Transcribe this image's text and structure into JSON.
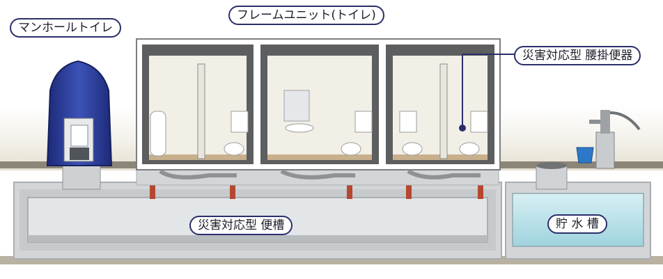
{
  "labels": {
    "manhole_toilet": "マンホールトイレ",
    "frame_unit": "フレームユニット(トイレ)",
    "disaster_western_toilet": "災害対応型 腰掛便器",
    "disaster_septic_tank": "災害対応型 便槽",
    "water_storage_tank": "貯 水 槽"
  },
  "colors": {
    "concrete": "#d3d6d8",
    "concrete_dark": "#a9adb0",
    "frame": "#5c5e60",
    "interior": "#f1efe6",
    "floor": "#c8b08c",
    "tent": "#2c3c93",
    "water": "#bfe3ea",
    "pipe_red": "#b5472f",
    "label_border": "#2a2f6a"
  }
}
